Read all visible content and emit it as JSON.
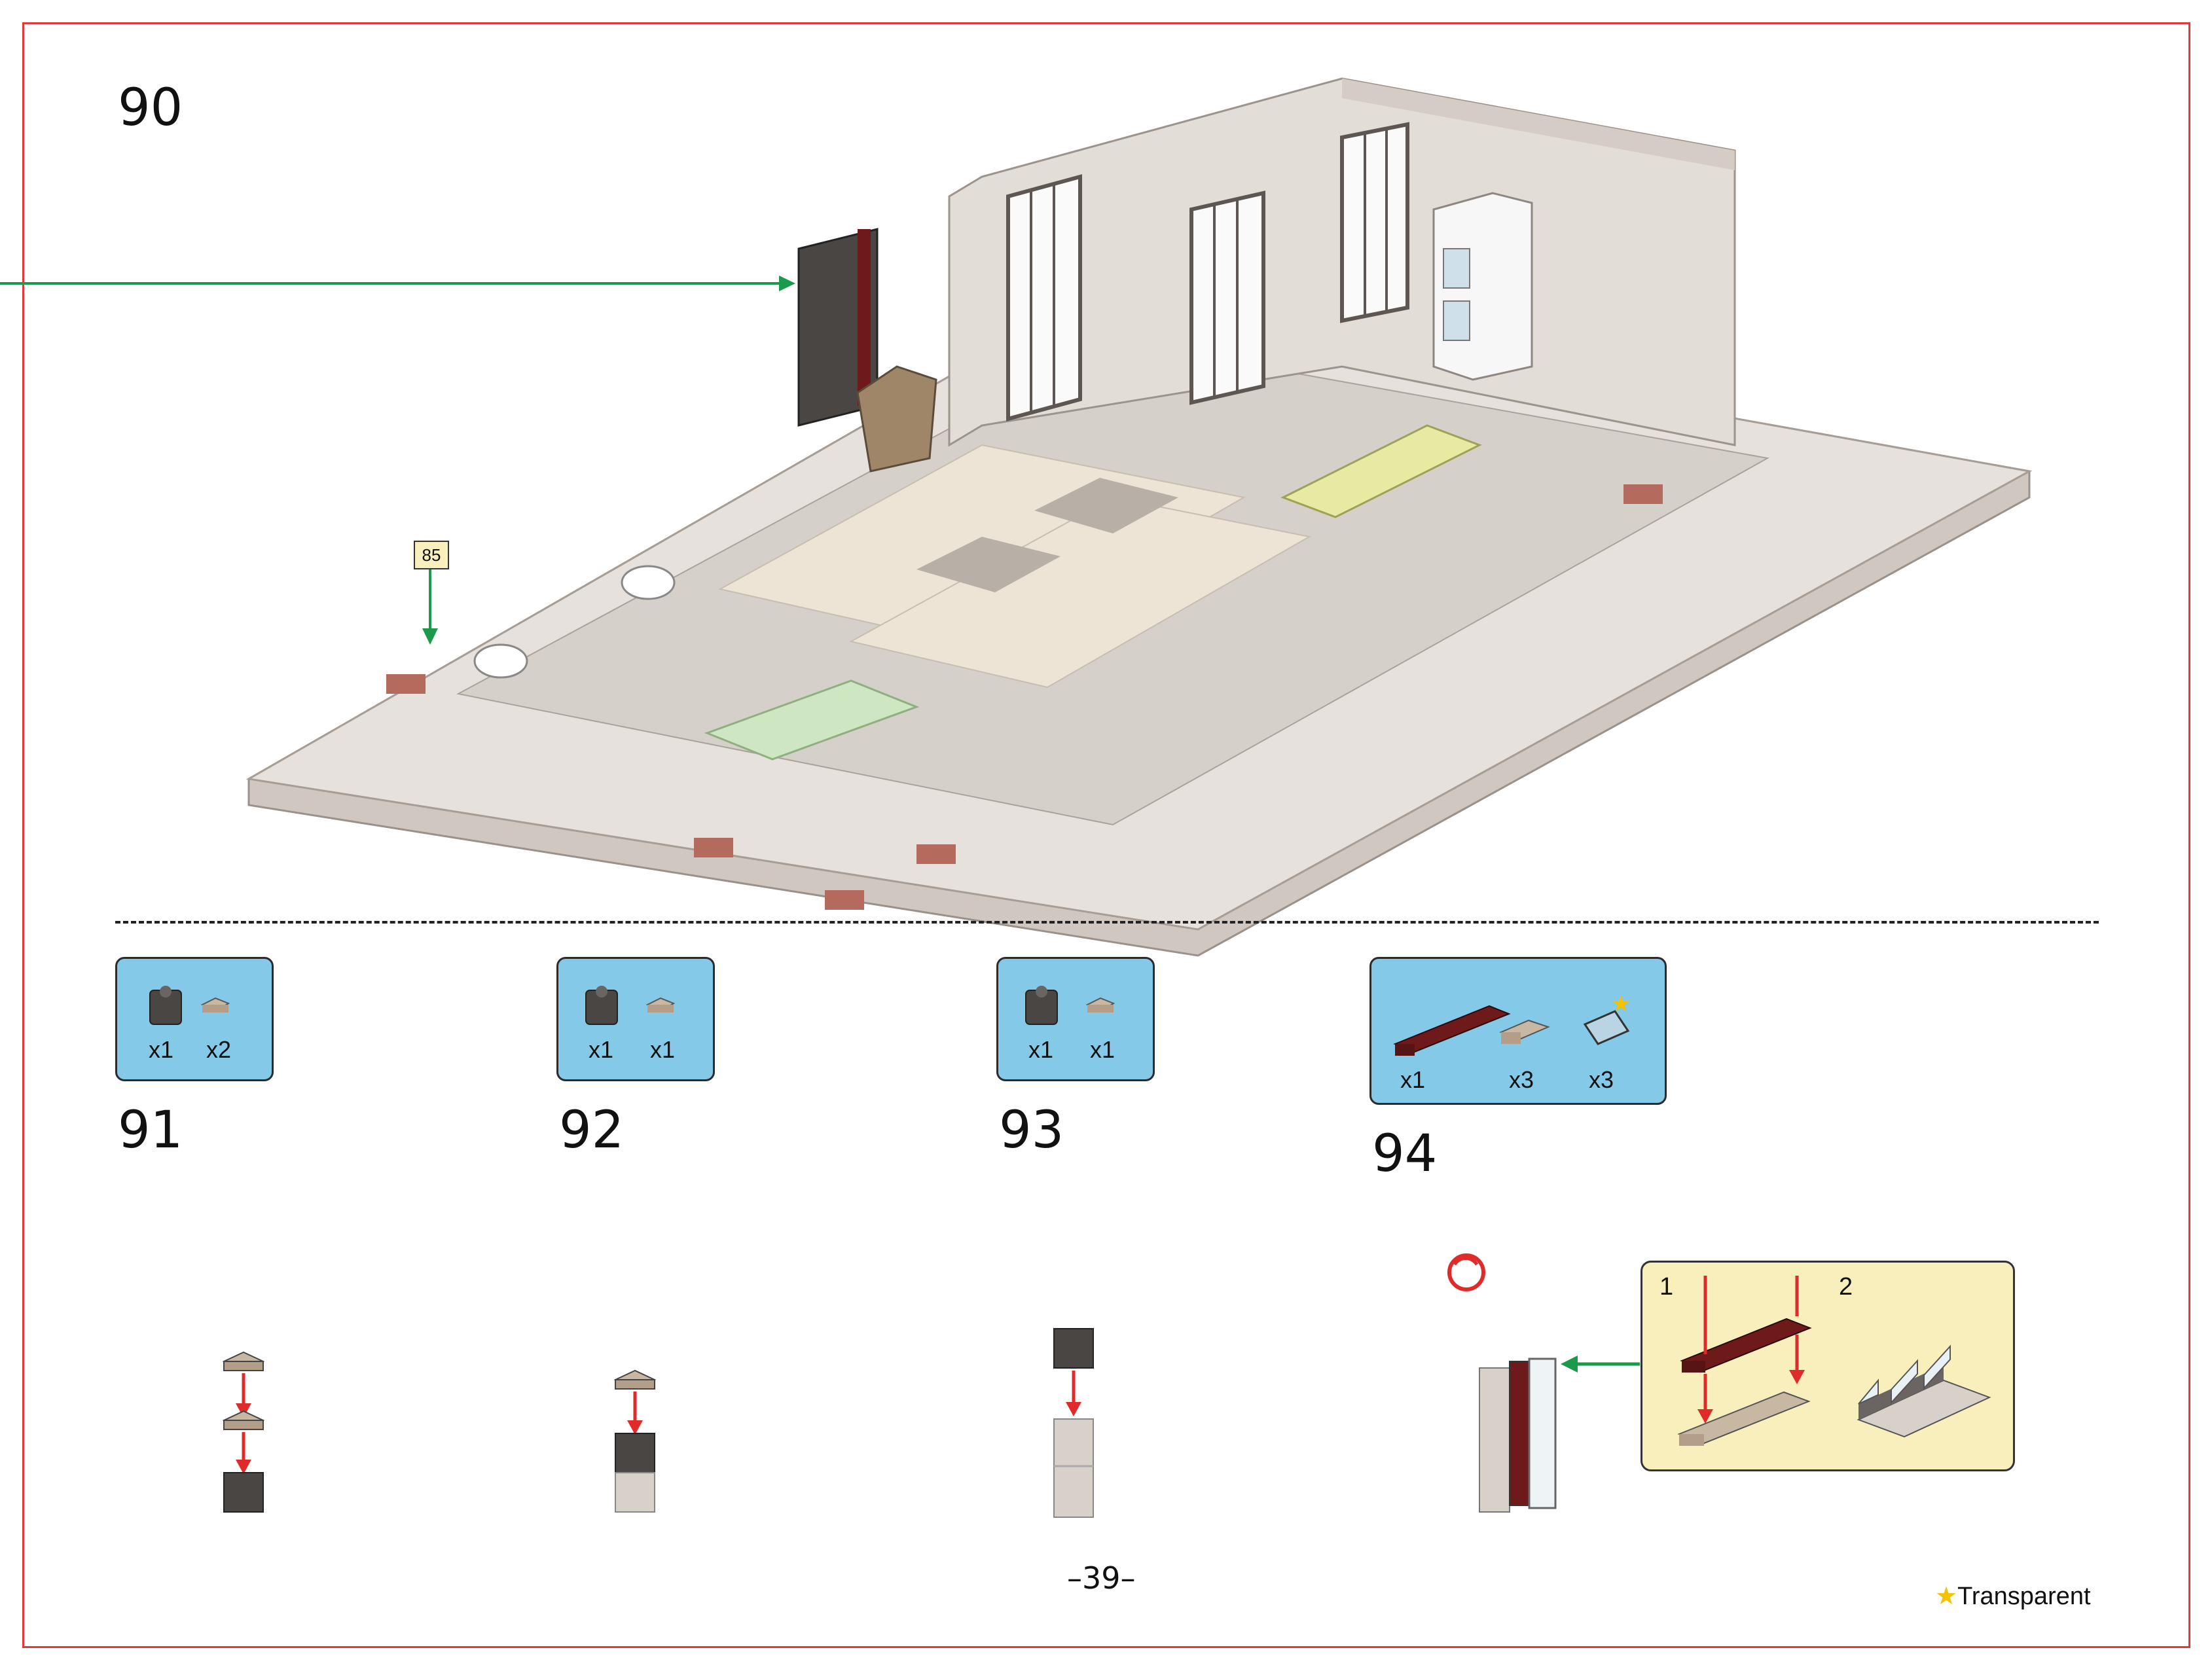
{
  "page": {
    "number_label": "–39–"
  },
  "legend": {
    "star": "★",
    "text": "Transparent"
  },
  "steps": [
    {
      "number": "90"
    },
    {
      "number": "91",
      "parts": [
        {
          "name": "dark-gray-brick-1x1",
          "qty": "x1"
        },
        {
          "name": "tan-plate-1x1",
          "qty": "x2"
        }
      ]
    },
    {
      "number": "92",
      "parts": [
        {
          "name": "dark-gray-brick-1x1",
          "qty": "x1"
        },
        {
          "name": "tan-plate-1x1",
          "qty": "x1"
        }
      ]
    },
    {
      "number": "93",
      "parts": [
        {
          "name": "dark-gray-brick-1x1",
          "qty": "x1"
        },
        {
          "name": "tan-plate-1x1",
          "qty": "x1"
        }
      ]
    },
    {
      "number": "94",
      "parts": [
        {
          "name": "dark-red-plate-1x6",
          "qty": "x1"
        },
        {
          "name": "tan-plate-1x2-clip",
          "qty": "x3"
        },
        {
          "name": "transparent-panel",
          "qty": "x3"
        }
      ]
    }
  ],
  "marker": {
    "ref_step": "85"
  },
  "sub_assembly": {
    "step1": "1",
    "step2": "2"
  },
  "icons": [
    "rotate-icon",
    "transparent-star-icon",
    "arrow-icon"
  ],
  "colors": {
    "frame": "#e0383b",
    "partbox": "#84c9e8",
    "callout": "#f9efbd",
    "arrow_red": "#e02b2b",
    "arrow_green": "#1a9a4a",
    "dark_brick": "#4a4644",
    "tan": "#c8b7a2",
    "dark_red": "#6e1a1a"
  }
}
